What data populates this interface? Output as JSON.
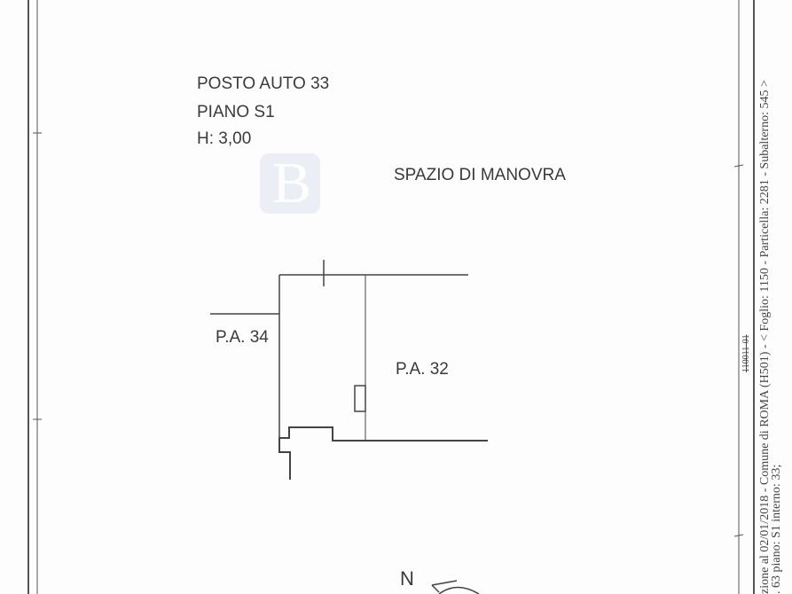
{
  "header": {
    "title": "POSTO AUTO 33",
    "floor": "PIANO  S1",
    "height": "H: 3,00"
  },
  "labels": {
    "maneuver_space": "SPAZIO DI MANOVRA",
    "adjacent_left": "P.A. 34",
    "adjacent_right": "P.A. 32",
    "north": "N"
  },
  "watermark": {
    "logo": "B"
  },
  "side_text": {
    "line1": "zione al 02/01/2018 - Comune di ROMA (H501) - < Foglio: 1150 - Particella: 2281 - Subalterno: 545 >",
    "line2": ". 63 piano: S1 interno: 33;",
    "stamp": "110011-01"
  }
}
